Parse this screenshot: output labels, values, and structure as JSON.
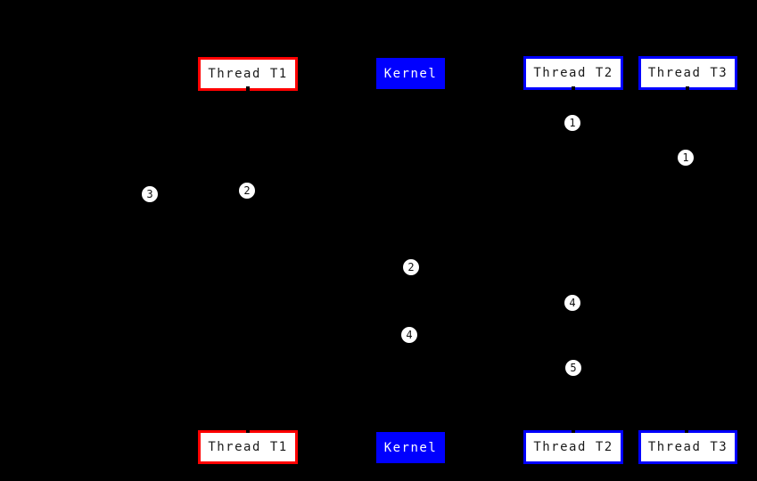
{
  "diagram": {
    "type": "sequence",
    "background_color": "#000000",
    "colors": {
      "thread_t1_border": "#ff0000",
      "kernel_fill": "#0000ff",
      "thread_t2_border": "#0000ff",
      "thread_t3_border": "#0000ff",
      "box_fill": "#ffffff",
      "box_text": "#1a1a1a",
      "kernel_text": "#ffffff",
      "marker_fill": "#ffffff",
      "marker_text": "#111111"
    },
    "participants": [
      {
        "label": "Thread T1"
      },
      {
        "label": "Kernel"
      },
      {
        "label": "Thread T2"
      },
      {
        "label": "Thread T3"
      }
    ],
    "markers": [
      {
        "value": "1"
      },
      {
        "value": "1"
      },
      {
        "value": "3"
      },
      {
        "value": "2"
      },
      {
        "value": "2"
      },
      {
        "value": "4"
      },
      {
        "value": "4"
      },
      {
        "value": "5"
      }
    ]
  }
}
